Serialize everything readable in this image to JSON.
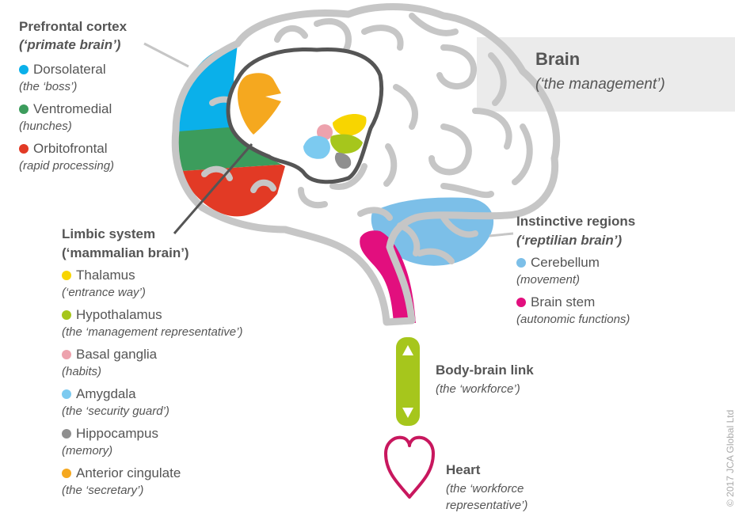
{
  "brain": {
    "title": "Brain",
    "subtitle": "(‘the management’)"
  },
  "prefrontal": {
    "heading": "Prefrontal cortex",
    "subheading": "(‘primate brain’)",
    "items": [
      {
        "label": "Dorsolateral",
        "desc": "(the ‘boss’)",
        "color": "#0ab0ea"
      },
      {
        "label": "Ventromedial",
        "desc": "(hunches)",
        "color": "#3c9c5c"
      },
      {
        "label": "Orbitofrontal",
        "desc": "(rapid processing)",
        "color": "#e23a25"
      }
    ]
  },
  "limbic": {
    "heading": "Limbic system",
    "subheading": "(‘mammalian brain’)",
    "items": [
      {
        "label": "Thalamus",
        "desc": "(‘entrance way’)",
        "color": "#f8d500"
      },
      {
        "label": "Hypothalamus",
        "desc": "(the ‘management representative’)",
        "color": "#a6c61c"
      },
      {
        "label": "Basal ganglia",
        "desc": "(habits)",
        "color": "#eda2ad"
      },
      {
        "label": "Amygdala",
        "desc": "(the ‘security guard’)",
        "color": "#7ccaf0"
      },
      {
        "label": "Hippocampus",
        "desc": "(memory)",
        "color": "#8f8f8f"
      },
      {
        "label": "Anterior cingulate",
        "desc": "(the ‘secretary’)",
        "color": "#f5a81f"
      }
    ]
  },
  "instinctive": {
    "heading": "Instinctive regions",
    "subheading": "(‘reptilian brain’)",
    "items": [
      {
        "label": "Cerebellum",
        "desc": "(movement)",
        "color": "#7cbfe8"
      },
      {
        "label": "Brain stem",
        "desc": "(autonomic functions)",
        "color": "#e20f7e"
      }
    ]
  },
  "link": {
    "heading": "Body-brain link",
    "desc": "(the ‘workforce’)",
    "color": "#a6c61c"
  },
  "heart": {
    "heading": "Heart",
    "desc_line1": "(the ‘workforce",
    "desc_line2": "representative’)",
    "color": "#c8175e"
  },
  "copyright": "© 2017 JCA Global Ltd",
  "colors": {
    "outline": "#c6c6c6",
    "limbic_outline": "#555555",
    "box": "#ebebeb"
  }
}
